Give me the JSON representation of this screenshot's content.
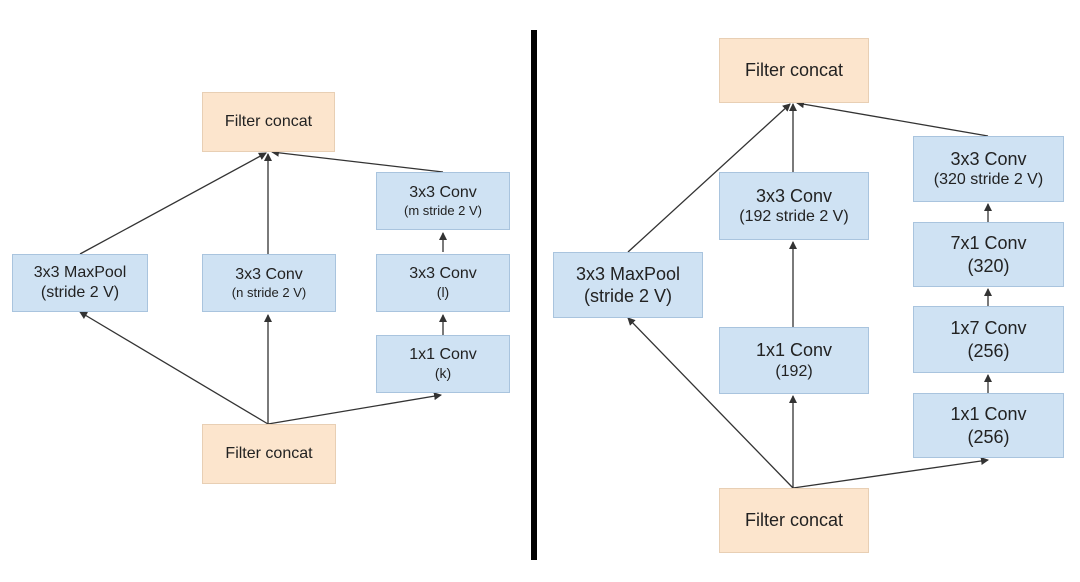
{
  "colors": {
    "conv_fill": "#cfe2f3",
    "concat_fill": "#fce5cd",
    "divider": "#000000",
    "arrow": "#333333"
  },
  "left": {
    "filter_concat_top": "Filter concat",
    "maxpool": {
      "line1": "3x3 MaxPool",
      "line2": "(stride 2 V)"
    },
    "conv_n": {
      "line1": "3x3 Conv",
      "line2": "(n stride 2 V)"
    },
    "conv_m": {
      "line1": "3x3 Conv",
      "line2": "(m stride 2 V)"
    },
    "conv_l": {
      "line1": "3x3 Conv",
      "line2": "(l)"
    },
    "conv_k": {
      "line1": "1x1 Conv",
      "line2": "(k)"
    },
    "filter_concat_bottom": "Filter concat"
  },
  "right": {
    "filter_concat_top": "Filter concat",
    "conv_192_s2": {
      "line1": "3x3 Conv",
      "line2": "(192 stride 2 V)"
    },
    "conv_320_s2": {
      "line1": "3x3 Conv",
      "line2": "(320 stride 2 V)"
    },
    "maxpool": {
      "line1": "3x3 MaxPool",
      "line2": "(stride 2 V)"
    },
    "conv_7x1": {
      "line1": "7x1 Conv",
      "line2": "(320)"
    },
    "conv_1x7": {
      "line1": "1x7 Conv",
      "line2": "(256)"
    },
    "conv_1x1_192": {
      "line1": "1x1 Conv",
      "line2": "(192)"
    },
    "conv_1x1_256": {
      "line1": "1x1 Conv",
      "line2": "(256)"
    },
    "filter_concat_bottom": "Filter concat"
  }
}
